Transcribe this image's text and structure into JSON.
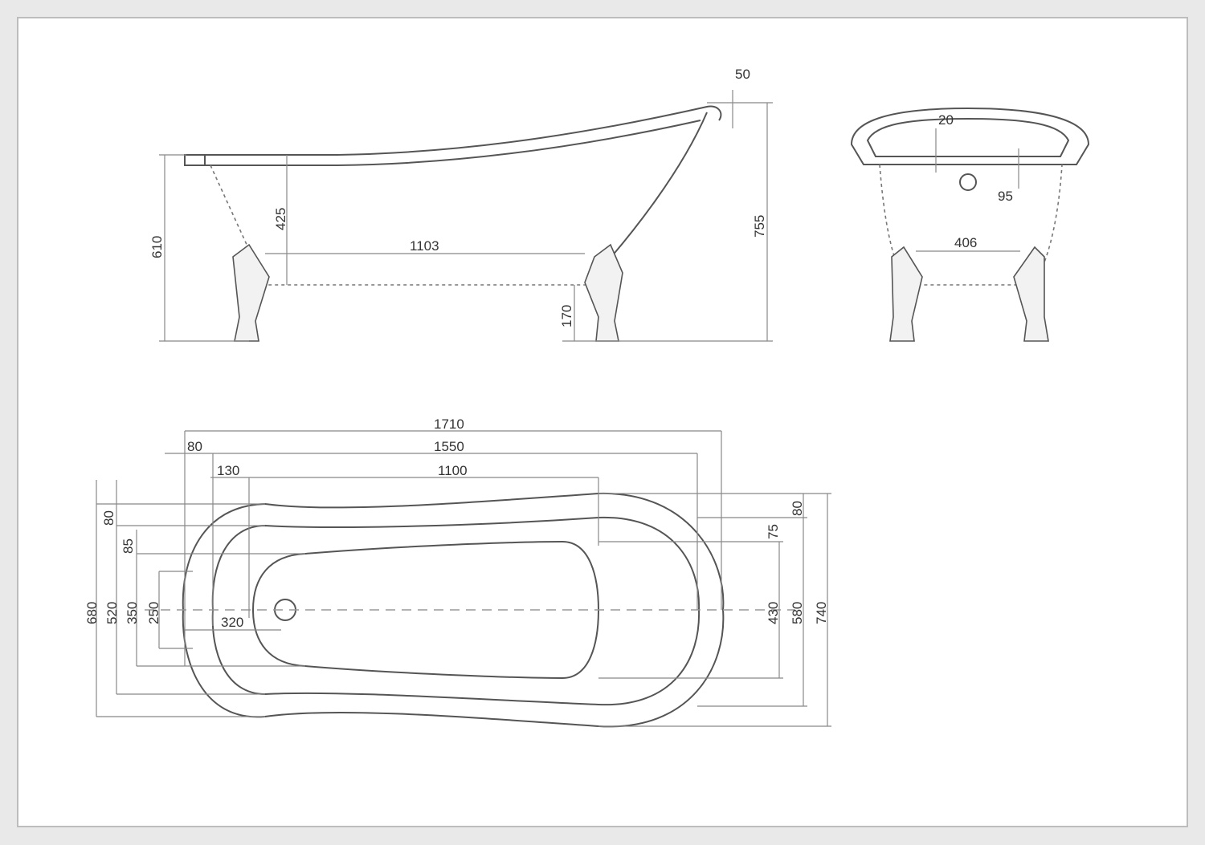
{
  "side_view": {
    "dims": {
      "height_rim": "610",
      "inner_depth": "425",
      "bottom_length": "1103",
      "leg_height": "170",
      "total_height": "755",
      "raise": "50"
    }
  },
  "end_view": {
    "dims": {
      "rim": "20",
      "overflow": "95",
      "leg_spacing": "406"
    }
  },
  "top_view": {
    "dims": {
      "length_total": "1710",
      "length_rim": "1550",
      "length_inner": "1100",
      "rim_offset": "80",
      "inner_offset": "130",
      "drain_offset": "320",
      "left_width_total": "680",
      "left_width_rim": "520",
      "left_width_inner": "350",
      "left_width_base": "250",
      "left_rim": "80",
      "left_inner_rim": "85",
      "right_width_inner": "430",
      "right_width_rim": "580",
      "right_width_total": "740",
      "right_rim": "80",
      "right_inner_rim": "75"
    }
  },
  "colors": {
    "background": "#ffffff",
    "line": "#555555",
    "border": "#bdbdbd"
  }
}
